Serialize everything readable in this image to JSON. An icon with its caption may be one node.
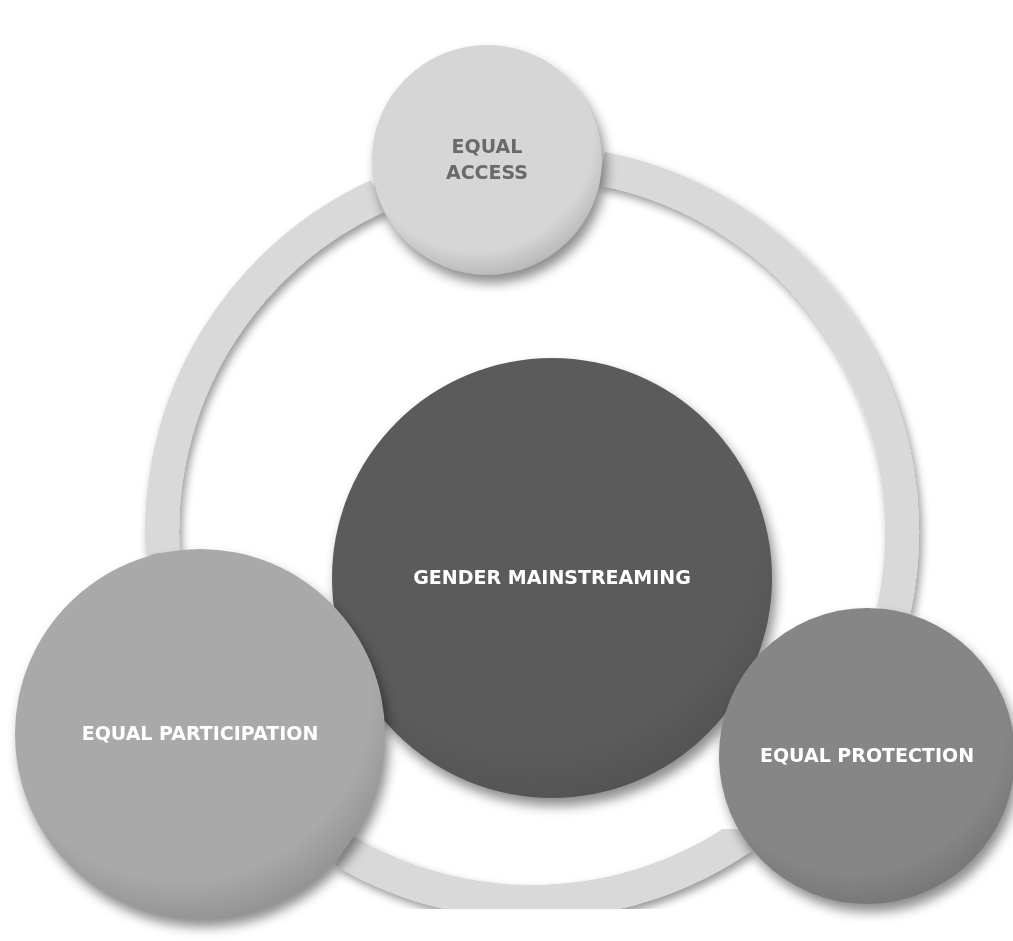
{
  "diagram": {
    "nodes": [
      {
        "text": [
          "EQUAL ACCESS"
        ]
      },
      {
        "text": [
          "GENDER MAINSTREAMING"
        ]
      },
      {
        "text": [
          "EQUAL PARTICIPATION"
        ]
      },
      {
        "text": [
          "EQUAL PROTECTION"
        ]
      }
    ],
    "edges": [
      {
        "from": 0,
        "to": 3,
        "arrow": "none"
      },
      {
        "from": 3,
        "to": 2,
        "arrow": "none"
      },
      {
        "from": 2,
        "to": 0,
        "arrow": "none"
      }
    ]
  }
}
